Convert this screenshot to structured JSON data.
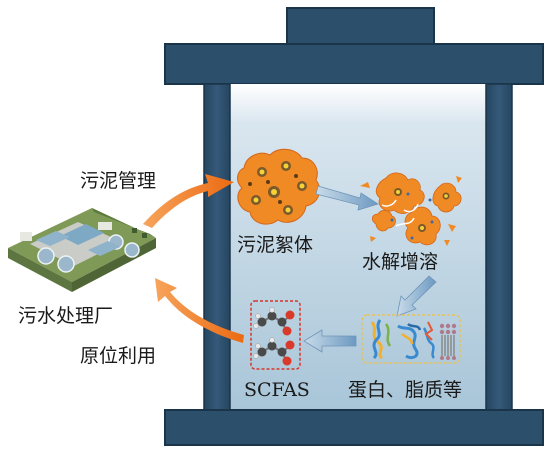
{
  "labels": {
    "sludge_management": "污泥管理",
    "wwtp": "污水处理厂",
    "in_situ_use": "原位利用",
    "sludge_floc": "污泥絮体",
    "hydrolysis": "水解增溶",
    "scfas": "SCFAS",
    "proteins_lipids": "蛋白、脂质等"
  },
  "colors": {
    "frame": "#2c4f6c",
    "frame_dark": "#1d3a52",
    "water_top": "#ffffff",
    "water_bottom": "#a9c6d9",
    "arrow_orange": "#f0781e",
    "arrow_blue": "#7aa4c8",
    "floc_orange": "#f08a24",
    "dash_red": "#d8342a",
    "dash_yellow": "#e8c25a"
  }
}
